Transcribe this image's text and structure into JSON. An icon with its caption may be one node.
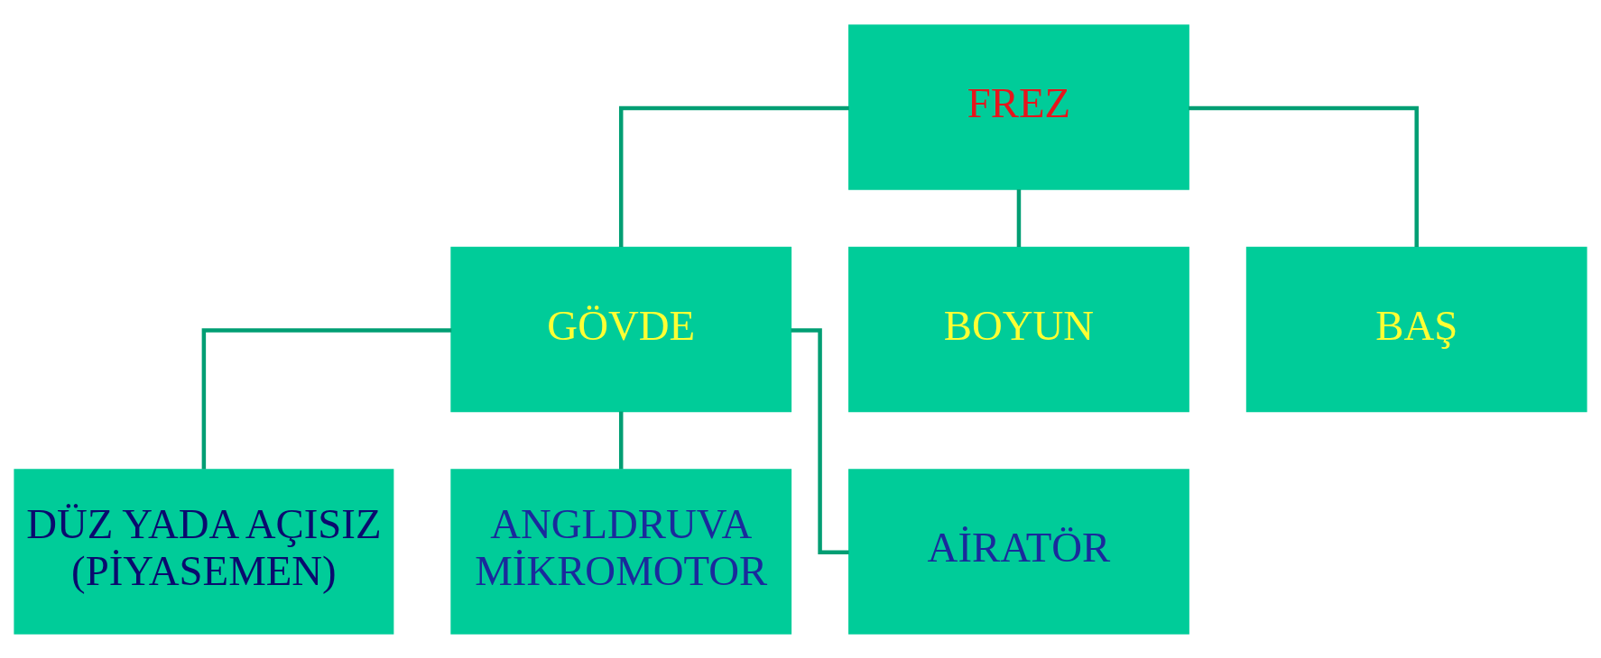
{
  "diagram": {
    "nodes": [
      {
        "text": [
          "FREZ"
        ]
      },
      {
        "text": [
          "GÖVDE"
        ]
      },
      {
        "text": [
          "BOYUN"
        ]
      },
      {
        "text": [
          "BAŞ"
        ]
      },
      {
        "text": [
          "DÜZ YADA AÇISIZ (PİYASEMEN)"
        ]
      },
      {
        "text": [
          "ANGLDRUVA MİKROMOTOR"
        ]
      },
      {
        "text": [
          "AİRATÖR"
        ]
      }
    ],
    "edges": [
      {
        "from": 0,
        "to": 1,
        "arrow": "none"
      },
      {
        "from": 0,
        "to": 2,
        "arrow": "none"
      },
      {
        "from": 0,
        "to": 3,
        "arrow": "none"
      },
      {
        "from": 1,
        "to": 4,
        "arrow": "none"
      },
      {
        "from": 1,
        "to": 5,
        "arrow": "none"
      },
      {
        "from": 1,
        "to": 6,
        "arrow": "none"
      }
    ]
  }
}
